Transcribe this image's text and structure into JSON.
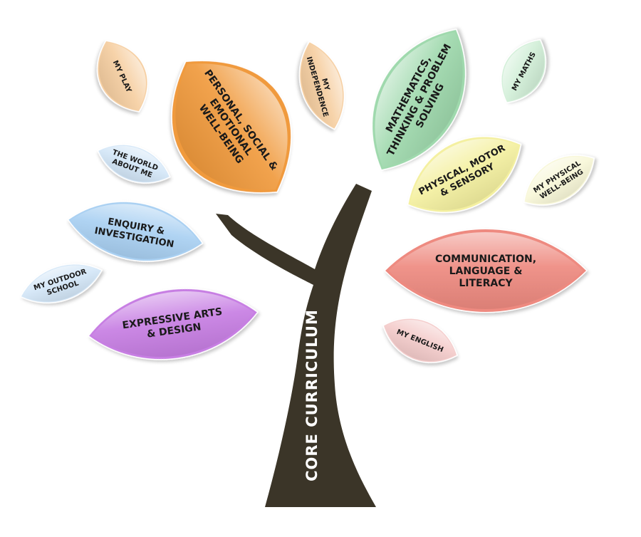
{
  "trunk": {
    "label": "CORE CURRICULUM",
    "color": "#3b3528"
  },
  "leaves": [
    {
      "id": "my-play",
      "lines": [
        "MY PLAY"
      ],
      "color": "#f6cfa2"
    },
    {
      "id": "personal-social",
      "lines": [
        "PERSONAL, SOCIAL &",
        "EMOTIONAL",
        "WELL-BEING"
      ],
      "color": "#f09a3e"
    },
    {
      "id": "my-independence",
      "lines": [
        "MY",
        "INDEPENDENCE"
      ],
      "color": "#f6cfa2"
    },
    {
      "id": "mathematics",
      "lines": [
        "MATHEMATICS,",
        "THINKING & PROBLEM",
        "SOLVING"
      ],
      "color": "#9fd9ad"
    },
    {
      "id": "my-maths",
      "lines": [
        "MY MATHS"
      ],
      "color": "#d2efd8"
    },
    {
      "id": "the-world-about-me",
      "lines": [
        "THE WORLD",
        "ABOUT ME"
      ],
      "color": "#d3e6f7"
    },
    {
      "id": "physical-motor",
      "lines": [
        "PHYSICAL, MOTOR",
        "& SENSORY"
      ],
      "color": "#f4f0a0"
    },
    {
      "id": "my-physical",
      "lines": [
        "MY PHYSICAL",
        "WELL-BEING"
      ],
      "color": "#f8f7d8"
    },
    {
      "id": "enquiry",
      "lines": [
        "ENQUIRY &",
        "INVESTIGATION"
      ],
      "color": "#a9d0f2"
    },
    {
      "id": "communication",
      "lines": [
        "COMMUNICATION,",
        "LANGUAGE &",
        "LITERACY"
      ],
      "color": "#ee8a80"
    },
    {
      "id": "my-outdoor-school",
      "lines": [
        "MY OUTDOOR",
        "SCHOOL"
      ],
      "color": "#d3e6f7"
    },
    {
      "id": "expressive-arts",
      "lines": [
        "EXPRESSIVE ARTS",
        "& DESIGN"
      ],
      "color": "#c77ee3"
    },
    {
      "id": "my-english",
      "lines": [
        "MY ENGLISH"
      ],
      "color": "#f4cccb"
    }
  ]
}
